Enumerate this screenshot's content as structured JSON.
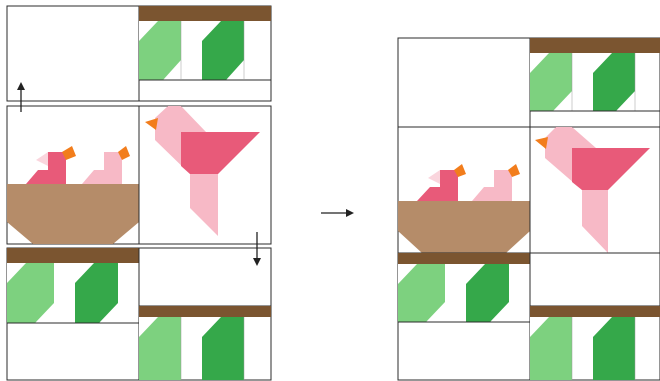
{
  "colors": {
    "outline": "#2b2b2b",
    "background": "#ffffff",
    "nest": "#b58c69",
    "dark_brown": "#7b5530",
    "light_green": "#7dd17f",
    "dark_green": "#35a84a",
    "bird_pink": "#e85a79",
    "light_pink": "#f7b9c6",
    "beak_orange": "#f27d1c",
    "arrow": "#222222"
  },
  "diagram": {
    "description_free": true,
    "panels": [
      {
        "name": "before-layout",
        "blocks": [
          "blank-block",
          "fence-block",
          "nest-with-chicks-block",
          "flying-bird-block",
          "fence-block",
          "blank-block",
          "blank-block",
          "fence-block"
        ]
      },
      {
        "name": "after-layout",
        "blocks": [
          "blank-block",
          "fence-block",
          "nest-with-chicks-block",
          "flying-bird-block",
          "fence-block",
          "blank-block",
          "blank-block",
          "fence-block"
        ]
      }
    ],
    "icons": [
      "up-arrow-icon",
      "down-arrow-icon",
      "right-arrow-icon"
    ]
  }
}
